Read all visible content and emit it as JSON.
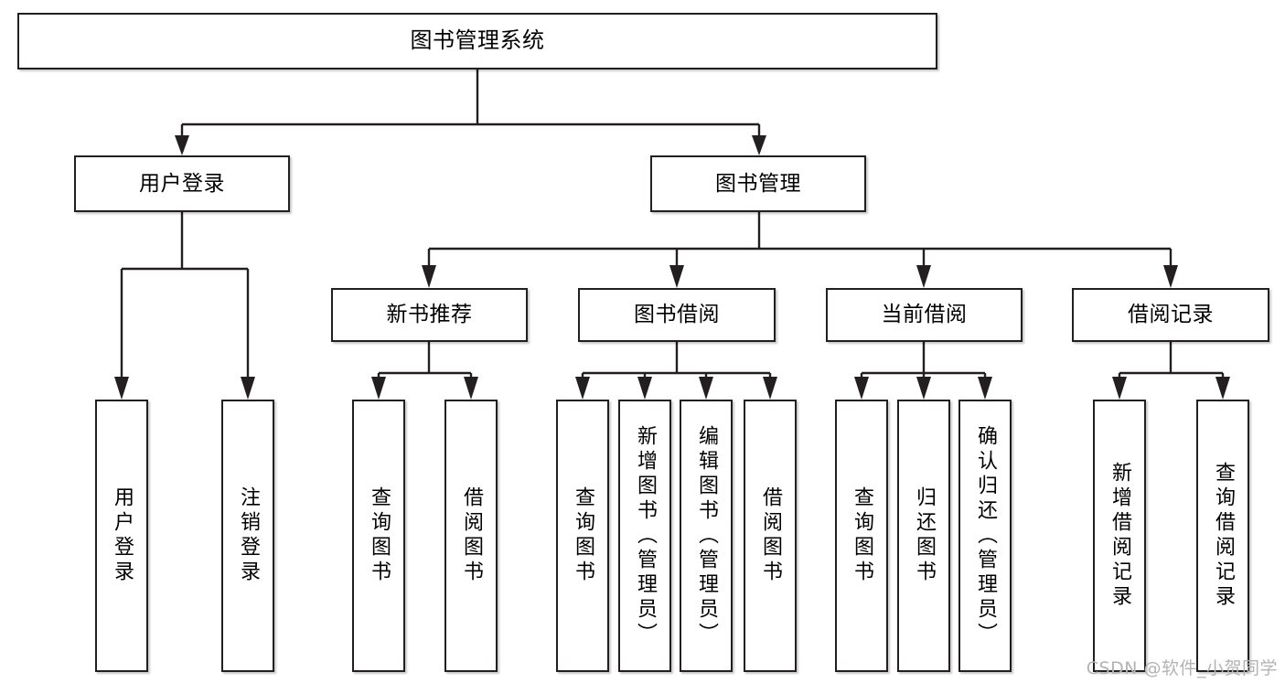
{
  "diagram": {
    "title": "图书管理系统",
    "type": "tree-hierarchy-chart",
    "background_color": "#ffffff",
    "line_color": "#231f20",
    "box_border_color": "#231f20",
    "box_fill_color": "#ffffff"
  },
  "root": {
    "label": "图书管理系统"
  },
  "level2": [
    {
      "label": "用户登录"
    },
    {
      "label": "图书管理"
    }
  ],
  "level3": [
    {
      "label": "新书推荐"
    },
    {
      "label": "图书借阅"
    },
    {
      "label": "当前借阅"
    },
    {
      "label": "借阅记录"
    }
  ],
  "leaves": {
    "user_login": [
      {
        "label": "用户登录"
      },
      {
        "label": "注销登录"
      }
    ],
    "new_book_recommend": [
      {
        "label": "查询图书"
      },
      {
        "label": "借阅图书"
      }
    ],
    "book_borrow": [
      {
        "label": "查询图书"
      },
      {
        "label": "新增图书（管理员）"
      },
      {
        "label": "编辑图书（管理员）"
      },
      {
        "label": "借阅图书"
      }
    ],
    "current_borrow": [
      {
        "label": "查询图书"
      },
      {
        "label": "归还图书"
      },
      {
        "label": "确认归还（管理员）"
      }
    ],
    "borrow_record": [
      {
        "label": "新增借阅记录"
      },
      {
        "label": "查询借阅记录"
      }
    ]
  },
  "watermark": {
    "text": "CSDN @软件_小贺同学"
  }
}
